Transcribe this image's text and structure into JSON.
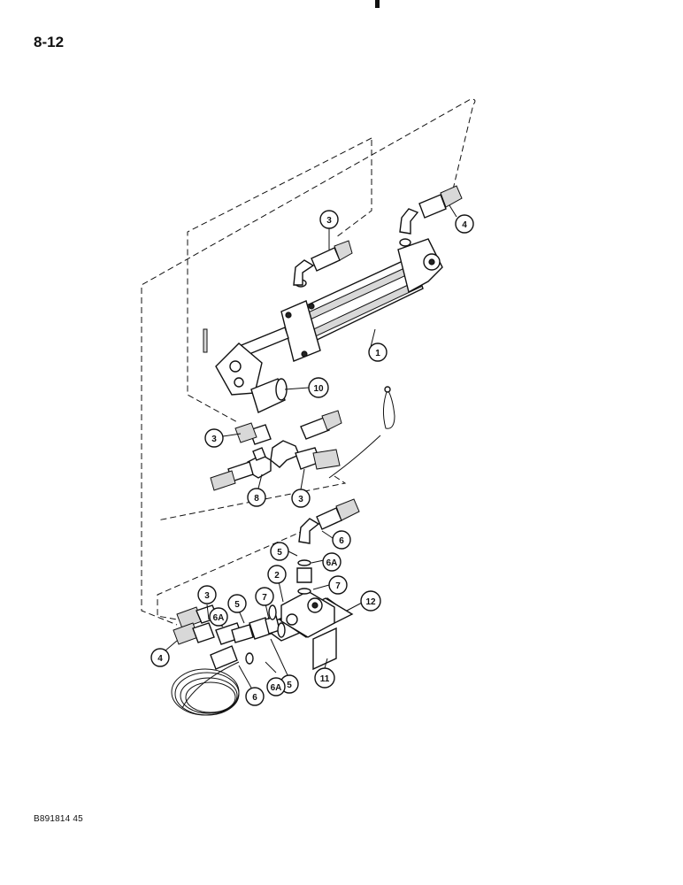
{
  "page": {
    "label": "8-12",
    "figure_id": "B891814 45"
  },
  "callouts": {
    "c1": "1",
    "c2": "2",
    "c3a": "3",
    "c3b": "3",
    "c3c": "3",
    "c3d": "3",
    "c4a": "4",
    "c4b": "4",
    "c5a": "5",
    "c5b": "5",
    "c5c": "5",
    "c6a": "6",
    "c6b": "6",
    "c6Aa": "6A",
    "c6Ab": "6A",
    "c6Ac": "6A",
    "c7a": "7",
    "c7b": "7",
    "c8": "8",
    "c10": "10",
    "c11": "11",
    "c12": "12"
  }
}
